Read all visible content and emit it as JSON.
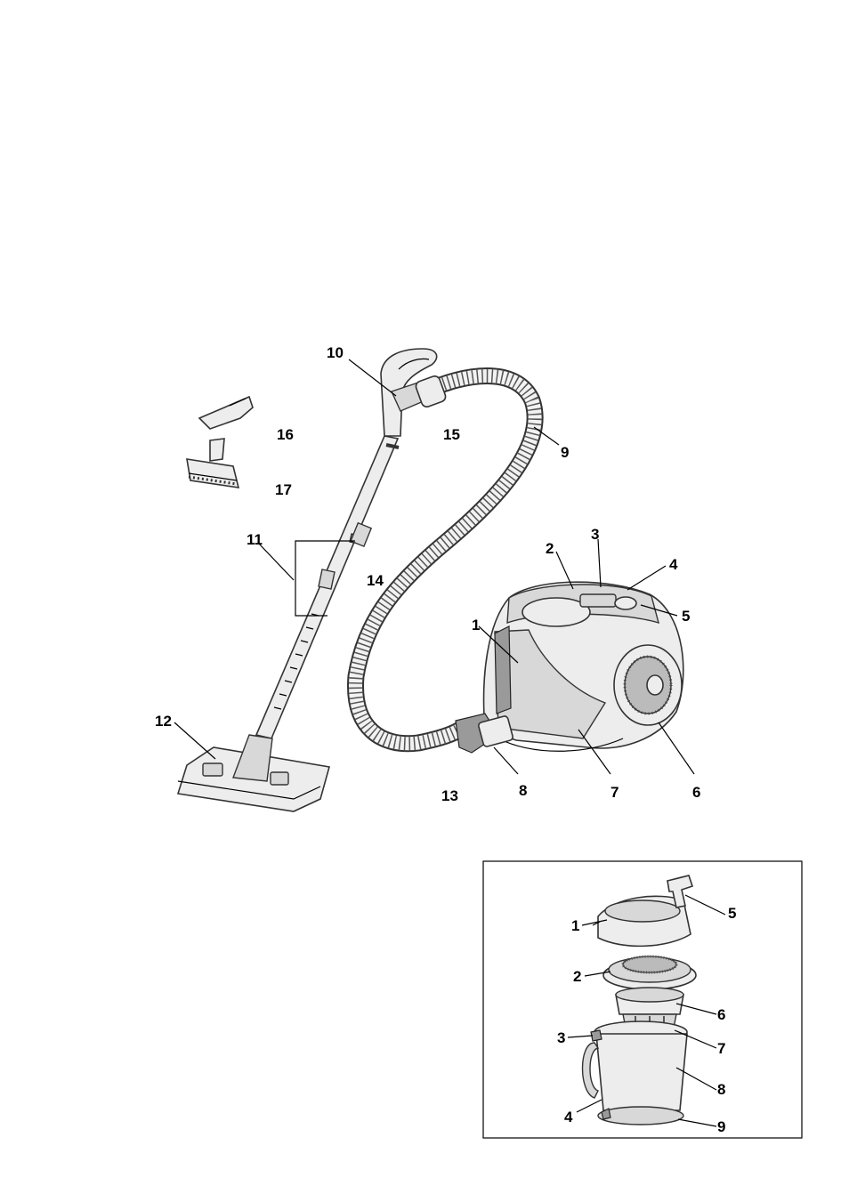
{
  "main_diagram": {
    "labels": [
      "1",
      "2",
      "3",
      "4",
      "5",
      "6",
      "7",
      "8",
      "9",
      "10",
      "11",
      "12",
      "13",
      "14",
      "15",
      "16",
      "17"
    ]
  },
  "inset_diagram": {
    "labels": [
      "1",
      "2",
      "3",
      "4",
      "5",
      "6",
      "7",
      "8",
      "9"
    ]
  },
  "colors": {
    "line": "#000000",
    "fill": "#ededed",
    "shade": "#9a9a9a"
  }
}
